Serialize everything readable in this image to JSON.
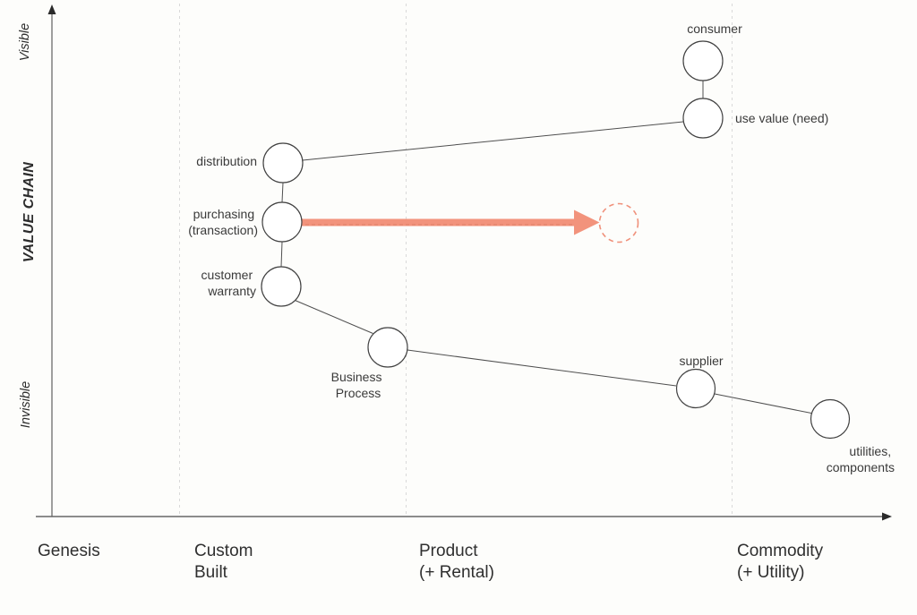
{
  "diagram": {
    "y_axis": {
      "label": "VALUE CHAIN",
      "top_label": "Visible",
      "bottom_label": "Invisible"
    },
    "x_axis": {
      "stages": [
        {
          "line1": "Genesis",
          "line2": ""
        },
        {
          "line1": "Custom",
          "line2": "Built"
        },
        {
          "line1": "Product",
          "line2": "(+ Rental)"
        },
        {
          "line1": "Commodity",
          "line2": "(+ Utility)"
        }
      ]
    },
    "nodes": {
      "consumer": {
        "label": "consumer"
      },
      "use_value": {
        "label": "use value (need)"
      },
      "distribution": {
        "label": "distribution"
      },
      "purchasing": {
        "line1": "purchasing",
        "line2": "(transaction)"
      },
      "customer_warranty": {
        "line1": "customer",
        "line2": "warranty"
      },
      "business_process": {
        "line1": "Business",
        "line2": "Process"
      },
      "supplier": {
        "label": "supplier"
      },
      "utilities": {
        "line1": "utilities,",
        "line2": "components"
      }
    },
    "edges": [
      "consumer — use value (need)",
      "use value (need) — distribution",
      "distribution — purchasing (transaction)",
      "purchasing (transaction) — customer warranty",
      "customer warranty — Business Process",
      "Business Process — supplier",
      "supplier — utilities, components"
    ],
    "movement": {
      "from": "purchasing (transaction)",
      "arrow_color": "#F2937C"
    },
    "colors": {
      "accent": "#F2937C",
      "ghost_stroke": "#F0917B",
      "node_stroke": "#414141",
      "edge": "#4f4f4f",
      "gridline": "#d9d9d9",
      "axis": "#8c8c8c",
      "background": "#fdfdfb",
      "text": "#3a3a3a"
    }
  }
}
